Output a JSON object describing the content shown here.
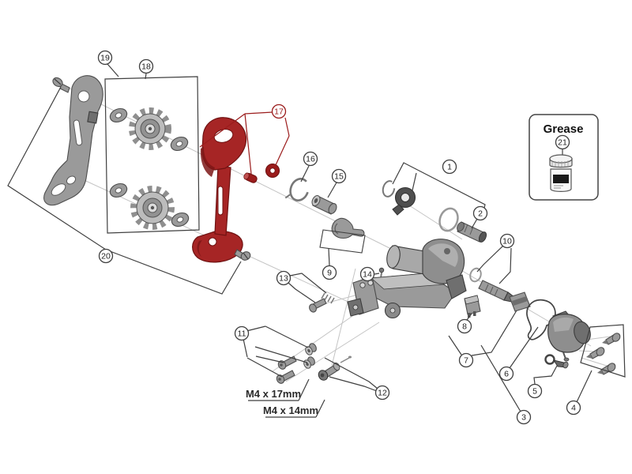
{
  "diagram": {
    "type": "exploded-parts-diagram",
    "subject": "rear-derailleur",
    "labels": {
      "grease": "Grease",
      "bolt_length_17": "M4 x 17mm",
      "bolt_length_14": "M4 x 14mm"
    },
    "colors": {
      "background": "#ffffff",
      "highlight_part": "#a62525",
      "highlight_part_dark": "#6f1212",
      "callout_red": "#9b1c1c",
      "line_dark": "#3f3f3f",
      "line_light": "#c4c4c4",
      "part_gray": "#9a9a9a"
    },
    "callouts": [
      {
        "n": "1"
      },
      {
        "n": "2"
      },
      {
        "n": "3"
      },
      {
        "n": "4"
      },
      {
        "n": "5"
      },
      {
        "n": "6"
      },
      {
        "n": "7"
      },
      {
        "n": "8"
      },
      {
        "n": "9"
      },
      {
        "n": "10"
      },
      {
        "n": "11"
      },
      {
        "n": "12"
      },
      {
        "n": "13"
      },
      {
        "n": "14"
      },
      {
        "n": "15"
      },
      {
        "n": "16"
      },
      {
        "n": "17"
      },
      {
        "n": "18"
      },
      {
        "n": "19"
      },
      {
        "n": "20"
      },
      {
        "n": "21"
      }
    ]
  }
}
